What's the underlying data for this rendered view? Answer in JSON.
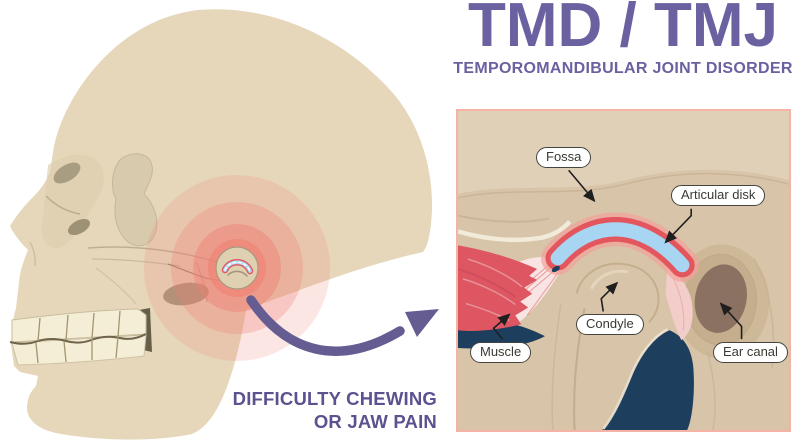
{
  "header": {
    "title": "TMD / TMJ",
    "subtitle": "TEMPOROMANDIBULAR JOINT DISORDER"
  },
  "caption": {
    "line1": "DIFFICULTY CHEWING",
    "line2": "OR JAW PAIN"
  },
  "diagram": {
    "labels": [
      {
        "id": "fossa",
        "text": "Fossa"
      },
      {
        "id": "articular-disk",
        "text": "Articular disk"
      },
      {
        "id": "condyle",
        "text": "Condyle"
      },
      {
        "id": "muscle",
        "text": "Muscle"
      },
      {
        "id": "ear-canal",
        "text": "Ear canal"
      }
    ]
  },
  "illustrations": {
    "skull": "side-profile human skull with highlighted jaw joint",
    "pain_rings": "concentric red circles marking the TMJ pain spot",
    "curved_arrow": "purple arrow pointing from the jaw joint to the detail panel",
    "tmj_detail": "close-up cross-section of the temporomandibular joint"
  },
  "colors": {
    "background": "#ffffff",
    "title_purple": "#6a61a0",
    "accent_purple": "#5b5290",
    "panel_border_pink": "#f4b3a5",
    "panel_bg_tan": "#d8c4a8",
    "skull_beige": "#e6d7bb",
    "teeth_cream": "#f5eed6",
    "pain_red": "#ee6f63",
    "muscle_red": "#dd5662",
    "disk_blue": "#a8d5f2",
    "disk_outline_red": "#e4565e",
    "navy": "#1d3e5c",
    "ear_brown": "#8a7161"
  }
}
